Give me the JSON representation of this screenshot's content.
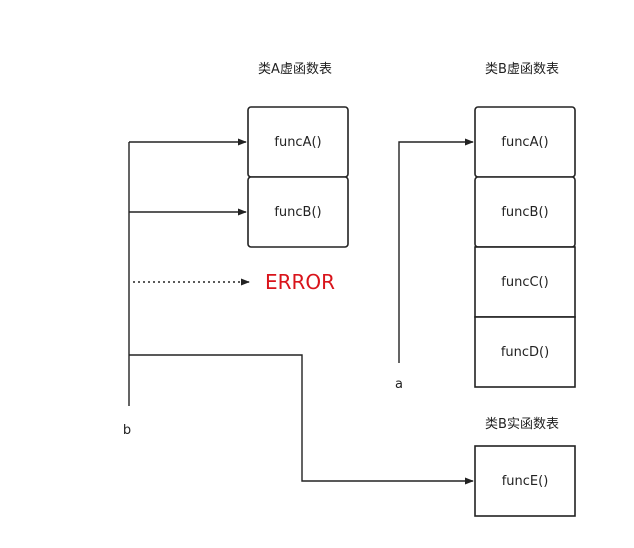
{
  "colors": {
    "error": "#d9141b",
    "stroke": "#222222"
  },
  "tableA": {
    "title": "类A虚函数表",
    "entries": [
      "funcA()",
      "funcB()"
    ]
  },
  "tableB": {
    "title": "类B虚函数表",
    "entries": [
      "funcA()",
      "funcB()",
      "funcC()",
      "funcD()"
    ]
  },
  "tableBReal": {
    "title": "类B实函数表",
    "entries": [
      "funcE()"
    ]
  },
  "error": {
    "text": "ERROR"
  },
  "pointers": {
    "b": "b",
    "a": "a"
  }
}
